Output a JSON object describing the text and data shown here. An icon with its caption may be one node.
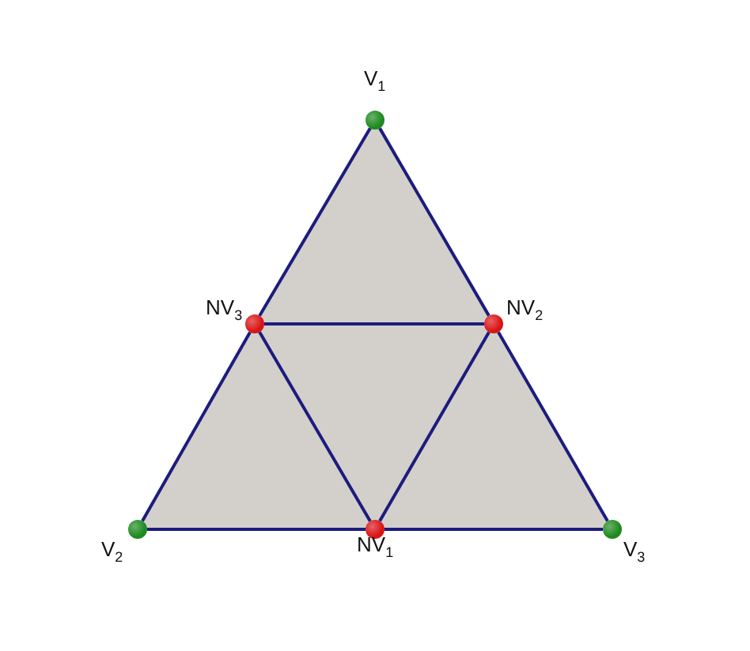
{
  "diagram": {
    "nodes": [
      {
        "text": [],
        "shape": "circle",
        "beside": [
          "V$_{1}$"
        ]
      },
      {
        "text": [],
        "shape": "circle",
        "beside": [
          "NV$_{3}$"
        ]
      },
      {
        "text": [],
        "shape": "circle",
        "beside": [
          "NV$_{2}$"
        ]
      },
      {
        "text": [],
        "shape": "circle",
        "beside": [
          "V$_{2}$"
        ]
      },
      {
        "text": [],
        "shape": "circle",
        "beside": [
          "NV$_{1}$"
        ]
      },
      {
        "text": [],
        "shape": "circle",
        "beside": [
          "V$_{3}$"
        ]
      }
    ],
    "edges": [
      {
        "from": 0,
        "to": 1,
        "arrow": "none"
      },
      {
        "from": 0,
        "to": 2,
        "arrow": "none"
      },
      {
        "from": 1,
        "to": 2,
        "arrow": "none"
      },
      {
        "from": 1,
        "to": 3,
        "arrow": "none"
      },
      {
        "from": 1,
        "to": 4,
        "arrow": "none"
      },
      {
        "from": 2,
        "to": 4,
        "arrow": "none"
      },
      {
        "from": 2,
        "to": 5,
        "arrow": "none"
      },
      {
        "from": 3,
        "to": 4,
        "arrow": "none"
      },
      {
        "from": 4,
        "to": 5,
        "arrow": "none"
      }
    ]
  }
}
